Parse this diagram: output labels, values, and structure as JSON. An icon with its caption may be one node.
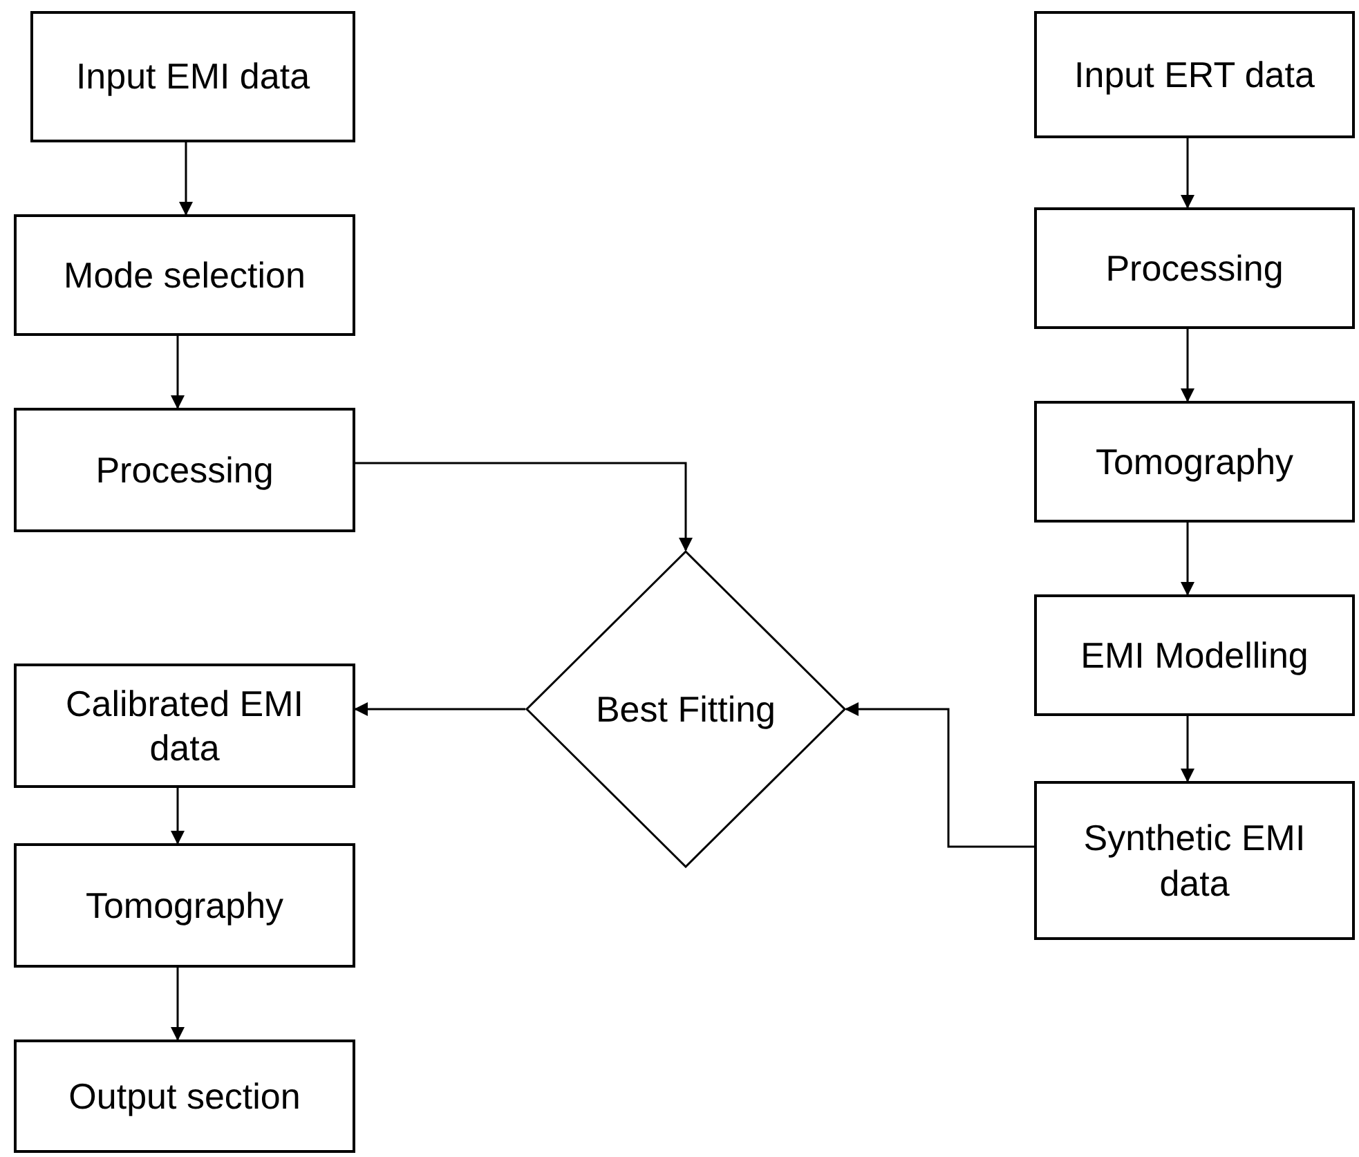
{
  "diagram": {
    "nodes": [
      {
        "text": [
          "Input EMI data"
        ]
      },
      {
        "text": [
          "Mode selection"
        ]
      },
      {
        "text": [
          "Processing"
        ]
      },
      {
        "text": [
          "Input ERT data"
        ]
      },
      {
        "text": [
          "Processing"
        ]
      },
      {
        "text": [
          "Tomography"
        ]
      },
      {
        "text": [
          "EMI Modelling"
        ]
      },
      {
        "text": [
          "Synthetic EMI data"
        ]
      },
      {
        "text": [
          "Best Fitting"
        ]
      },
      {
        "text": [
          "Calibrated EMI data"
        ]
      },
      {
        "text": [
          "Tomography"
        ]
      },
      {
        "text": [
          "Output section"
        ]
      }
    ],
    "edges": [
      {
        "from": 0,
        "to": 1,
        "arrow": "to"
      },
      {
        "from": 1,
        "to": 2,
        "arrow": "to"
      },
      {
        "from": 2,
        "to": 8,
        "arrow": "to"
      },
      {
        "from": 3,
        "to": 4,
        "arrow": "to"
      },
      {
        "from": 4,
        "to": 5,
        "arrow": "to"
      },
      {
        "from": 5,
        "to": 6,
        "arrow": "to"
      },
      {
        "from": 6,
        "to": 7,
        "arrow": "to"
      },
      {
        "from": 7,
        "to": 8,
        "arrow": "to"
      },
      {
        "from": 8,
        "to": 9,
        "arrow": "to"
      },
      {
        "from": 9,
        "to": 10,
        "arrow": "to"
      },
      {
        "from": 10,
        "to": 11,
        "arrow": "to"
      }
    ]
  }
}
